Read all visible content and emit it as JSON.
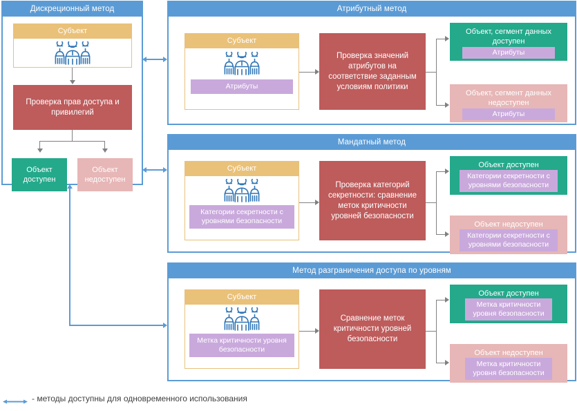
{
  "diagram": {
    "title_left_panel": "Дискреционный метод",
    "legend": {
      "icon": "double-headed-arrow-icon",
      "text": "- методы доступны для одновременного использования"
    },
    "colors": {
      "panel_blue": "#5B9BD5",
      "subject_header": "#EAC179",
      "process_red": "#BE5B5B",
      "granted_green": "#24A98B",
      "denied_pink": "#E7B6B6",
      "chip_purple": "#C9A9DC",
      "connector_gray": "#808080"
    }
  },
  "panel_discretionary": {
    "header": "Дискреционный метод",
    "subject": {
      "title": "Субъект",
      "icon": "people-group-icon"
    },
    "process": "Проверка прав доступа и привилегий",
    "results": [
      {
        "label": "Объект доступен",
        "state": "granted"
      },
      {
        "label": "Объект недоступен",
        "state": "denied"
      }
    ]
  },
  "panel_attribute": {
    "header": "Атрибутный метод",
    "subject": {
      "title": "Субъект",
      "icon": "people-group-icon",
      "chip": "Атрибуты"
    },
    "process": "Проверка значений атрибутов на соответствие заданным условиям политики",
    "results": [
      {
        "title": "Объект, сегмент данных доступен",
        "chip": "Атрибуты",
        "state": "granted"
      },
      {
        "title": "Объект, сегмент данных недоступен",
        "chip": "Атрибуты",
        "state": "denied"
      }
    ]
  },
  "panel_mandatory": {
    "header": "Мандатный метод",
    "subject": {
      "title": "Субъект",
      "icon": "people-group-icon",
      "chip": "Категории секретности с уровнями безопасности"
    },
    "process": "Проверка категорий секретности: сравнение меток критичности уровней безопасности",
    "results": [
      {
        "title": "Объект доступен",
        "chip": "Категории секретности с уровнями безопасности",
        "state": "granted"
      },
      {
        "title": "Объект недоступен",
        "chip": "Категории секретности с уровнями безопасности",
        "state": "denied"
      }
    ]
  },
  "panel_levels": {
    "header": "Метод разграничения доступа по уровням",
    "subject": {
      "title": "Субъект",
      "icon": "people-group-icon",
      "chip": "Метка критичности уровня безопасности"
    },
    "process": "Сравнение меток критичности уровней безопасности",
    "results": [
      {
        "title": "Объект доступен",
        "chip": "Метка критичности уровня безопасности",
        "state": "granted"
      },
      {
        "title": "Объект недоступен",
        "chip": "Метка критичности уровня безопасности",
        "state": "denied"
      }
    ]
  }
}
